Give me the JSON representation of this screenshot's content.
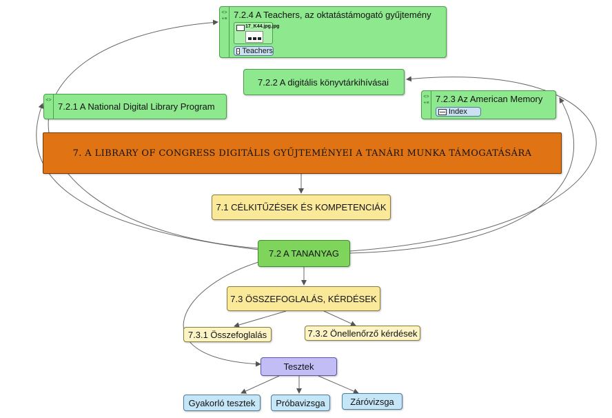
{
  "nodes": {
    "n724": "7.2.4  A Teachers, az oktatástámogató gyűjtemény",
    "n724_image": "17_K44.jpg.jpg",
    "n724_link": "Teachers",
    "n722": "7.2.2  A digitális könyvtárkihívásai",
    "n721": "7.2.1  A National Digital Library Program",
    "n723": "7.2.3  Az American Memory",
    "n723_link": "Index",
    "main": "7. A LIBRARY OF CONGRESS DIGITÁLIS GYŰJTEMÉNYEI A TANÁRI MUNKA TÁMOGATÁSÁRA",
    "n71": "7.1  CÉLKITŰZÉSEK ÉS KOMPETENCIÁK",
    "n72": "7.2  A TANANYAG",
    "n73": "7.3  ÖSSZEFOGLALÁS, KÉRDÉSEK",
    "n731": "7.3.1  Összefoglalás",
    "n732": "7.3.2  Önellenőrző kérdések",
    "tesztek": "Tesztek",
    "gyakorlo": "Gyakorló tesztek",
    "proba": "Próbavizsga",
    "zaro": "Záróvizsga"
  },
  "colors": {
    "green": "#8ee98e",
    "green_dark": "#7fd45c",
    "yellow": "#fbe99a",
    "orange": "#e07414",
    "purple": "#c2bdf5",
    "blue": "#c5e6f7"
  }
}
